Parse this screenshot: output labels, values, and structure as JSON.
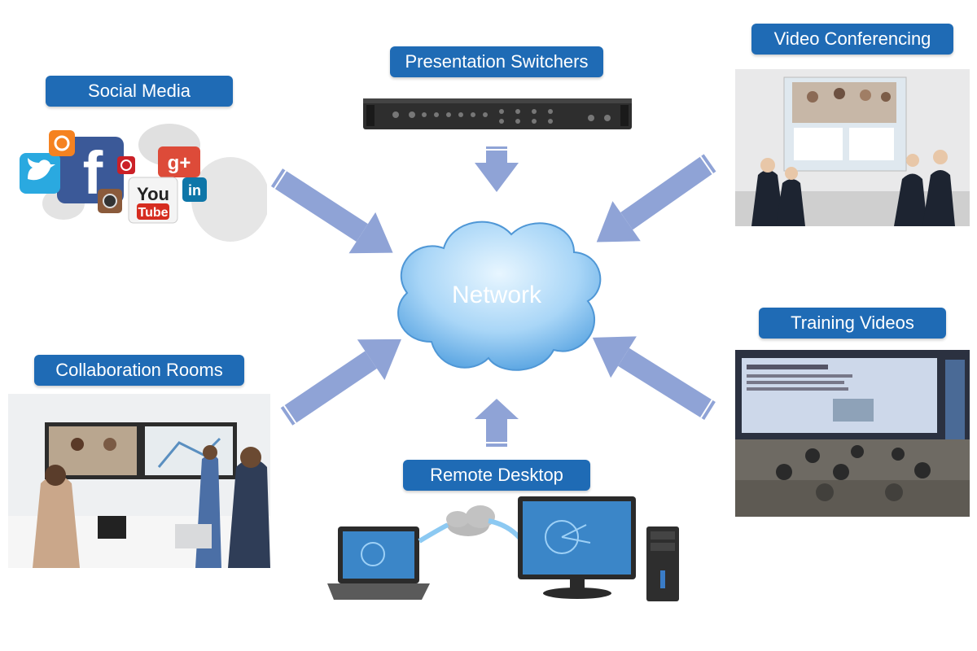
{
  "center": {
    "label": "Network"
  },
  "nodes": {
    "social_media": {
      "label": "Social Media",
      "icons": {
        "youtube_top": "You",
        "youtube_bottom": "Tube",
        "facebook": "f",
        "googleplus": "g+",
        "linkedin": "in"
      }
    },
    "presentation_switchers": {
      "label": "Presentation Switchers"
    },
    "video_conferencing": {
      "label": "Video Conferencing"
    },
    "training_videos": {
      "label": "Training Videos"
    },
    "collaboration_rooms": {
      "label": "Collaboration Rooms"
    },
    "remote_desktop": {
      "label": "Remote Desktop"
    }
  },
  "colors": {
    "label_bg": "#1f6bb5",
    "arrow": "#8fa3d6",
    "cloud_light": "#d9efff",
    "cloud_dark": "#6db3ea"
  }
}
